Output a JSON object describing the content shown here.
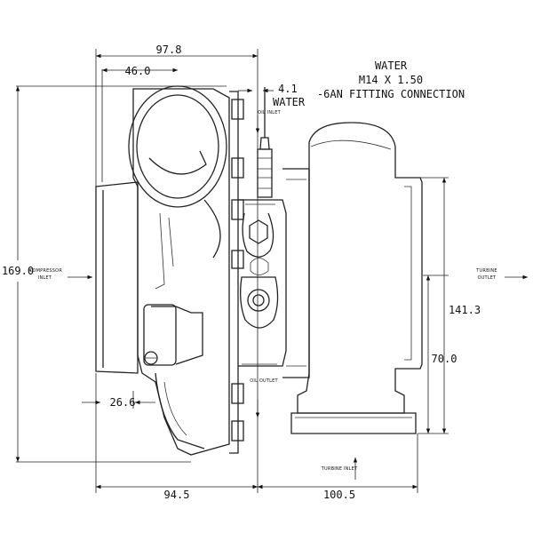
{
  "note": {
    "line1": "WATER",
    "line2": "M14 X 1.50",
    "line3": "-6AN FITTING CONNECTION"
  },
  "dimensions": {
    "d97_8": "97.8",
    "d46_0": "46.0",
    "d4_1": "4.1",
    "water": "WATER",
    "d169_0": "169.0",
    "d26_6": "26.6",
    "d94_5": "94.5",
    "d100_5": "100.5",
    "d141_3": "141.3",
    "d70_0": "70.0"
  },
  "labels": {
    "oil_inlet": "OIL INLET",
    "oil_outlet": "OIL OUTLET",
    "compressor_inlet_1": "COMPRESSOR",
    "compressor_inlet_2": "INLET",
    "turbine_outlet_1": "TURBINE",
    "turbine_outlet_2": "OUTLET",
    "turbine_inlet": "TURBINE INLET"
  }
}
